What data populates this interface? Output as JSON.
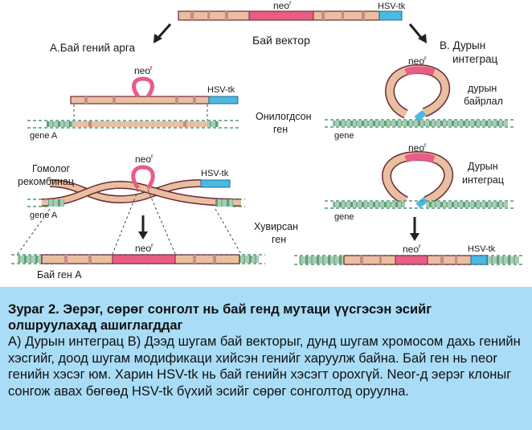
{
  "diagram": {
    "top_vector_label": "Бай вектор",
    "neo_label": "neo",
    "neo_sup": "r",
    "hsv_label": "HSV-tk",
    "panel_a_title": "А.Бай гений арга",
    "panel_b_title_line1": "В. Дурын",
    "panel_b_title_line2": "интеграц",
    "homologous_gene_line1": "Онилогдсон",
    "homologous_gene_line2": "ген",
    "gene_a_label": "gene A",
    "gene_label": "gene",
    "random_pairing_line1": "дурын",
    "random_pairing_line2": "байрлал",
    "homolog_recomb_line1": "Гомолог",
    "homolog_recomb_line2": "рекомбинац",
    "random_integration_line1": "Дурын",
    "random_integration_line2": "интеграц",
    "modified_gene_line1": "Хувирсан",
    "modified_gene_line2": "ген",
    "target_gene_a_label": "Бай ген А"
  },
  "colors": {
    "vector_fill": "#e9bfa1",
    "vector_band": "#c98a8a",
    "neo_fill": "#e95c85",
    "hsv_fill": "#4ab9e3",
    "chromosome_green": "#4f9a72",
    "chromosome_light": "#d8eadf",
    "caption_bg": "#a9dcf6"
  },
  "caption": {
    "title": "Зураг 2. Эерэг, сөрөг сонголт нь бай генд мутаци үүсгэсэн эсийг олшруулахад ашиглагддаг",
    "body": "А) Дурын интеграц В) Дээд шугам бай векторыг, дунд шугам хромосом дахь генийн хэсгийг, доод шугам модификаци хийсэн генийг харуулж байна. Бай ген нь neor генийн хэсэг юм. Харин HSV-tk нь бай генийн хэсэгт орохгүй. Neor-д эерэг клоныг сонгож авах бөгөөд HSV-tk бүхий эсийг сөрөг сонголтод оруулна."
  }
}
